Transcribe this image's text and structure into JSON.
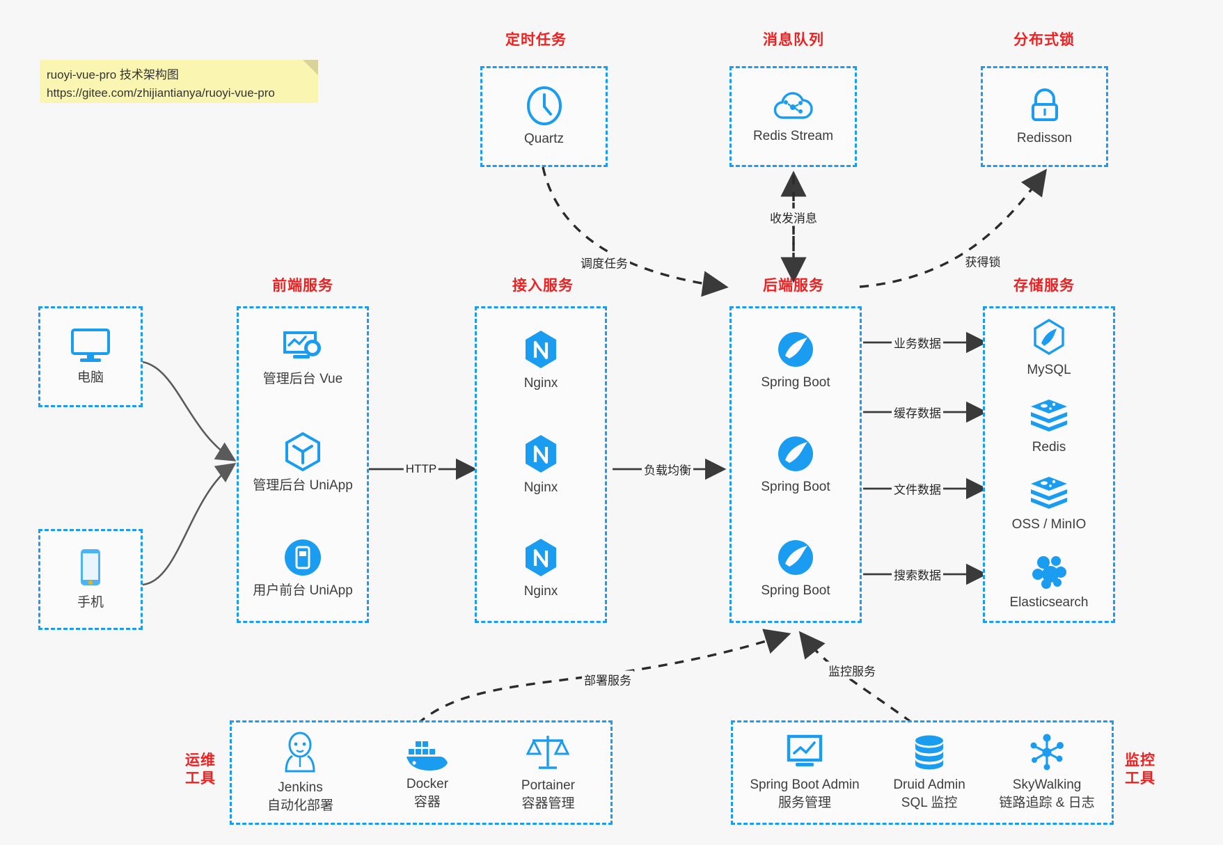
{
  "note": {
    "line1": "ruoyi-vue-pro 技术架构图",
    "line2": "https://gitee.com/zhijiantianya/ruoyi-vue-pro"
  },
  "sections": {
    "scheduler": "定时任务",
    "mq": "消息队列",
    "lock": "分布式锁",
    "frontend": "前端服务",
    "gateway": "接入服务",
    "backend": "后端服务",
    "storage": "存储服务",
    "ops": "运维\n工具",
    "ops_l1": "运维",
    "ops_l2": "工具",
    "monitor_l1": "监控",
    "monitor_l2": "工具"
  },
  "clients": [
    {
      "label": "电脑",
      "icon": "desktop-icon"
    },
    {
      "label": "手机",
      "icon": "phone-icon"
    }
  ],
  "scheduler_nodes": [
    {
      "label": "Quartz",
      "icon": "clock-icon"
    }
  ],
  "mq_nodes": [
    {
      "label": "Redis Stream",
      "icon": "cloud-stream-icon"
    }
  ],
  "lock_nodes": [
    {
      "label": "Redisson",
      "icon": "lock-icon"
    }
  ],
  "frontend_nodes": [
    {
      "label": "管理后台 Vue",
      "icon": "monitor-gear-icon"
    },
    {
      "label": "管理后台 UniApp",
      "icon": "hexagon-cube-icon"
    },
    {
      "label": "用户前台 UniApp",
      "icon": "mobile-app-icon"
    }
  ],
  "gateway_nodes": [
    {
      "label": "Nginx",
      "icon": "nginx-icon"
    },
    {
      "label": "Nginx",
      "icon": "nginx-icon"
    },
    {
      "label": "Nginx",
      "icon": "nginx-icon"
    }
  ],
  "backend_nodes": [
    {
      "label": "Spring Boot",
      "icon": "spring-boot-icon"
    },
    {
      "label": "Spring Boot",
      "icon": "spring-boot-icon"
    },
    {
      "label": "Spring Boot",
      "icon": "spring-boot-icon"
    }
  ],
  "storage_nodes": [
    {
      "label": "MySQL",
      "icon": "mysql-icon"
    },
    {
      "label": "Redis",
      "icon": "redis-icon"
    },
    {
      "label": "OSS / MinIO",
      "icon": "redis-icon"
    },
    {
      "label": "Elasticsearch",
      "icon": "elasticsearch-icon"
    }
  ],
  "ops_nodes": [
    {
      "label": "Jenkins",
      "sub": "自动化部署",
      "icon": "jenkins-icon"
    },
    {
      "label": "Docker",
      "sub": "容器",
      "icon": "docker-icon"
    },
    {
      "label": "Portainer",
      "sub": "容器管理",
      "icon": "scales-icon"
    }
  ],
  "monitor_nodes": [
    {
      "label": "Spring Boot Admin",
      "sub": "服务管理",
      "icon": "monitor-chart-icon"
    },
    {
      "label": "Druid Admin",
      "sub": "SQL 监控",
      "icon": "database-icon"
    },
    {
      "label": "SkyWalking",
      "sub": "链路追踪 & 日志",
      "icon": "skywalking-icon"
    }
  ],
  "edges": [
    {
      "id": "http",
      "label": "HTTP"
    },
    {
      "id": "lb",
      "label": "负载均衡"
    },
    {
      "id": "schedule",
      "label": "调度任务"
    },
    {
      "id": "mq-exchange",
      "label": "收发消息"
    },
    {
      "id": "acquire-lock",
      "label": "获得锁"
    },
    {
      "id": "biz-data",
      "label": "业务数据"
    },
    {
      "id": "cache-data",
      "label": "缓存数据"
    },
    {
      "id": "file-data",
      "label": "文件数据"
    },
    {
      "id": "search-data",
      "label": "搜索数据"
    },
    {
      "id": "deploy",
      "label": "部署服务"
    },
    {
      "id": "monitoring",
      "label": "监控服务"
    }
  ],
  "colors": {
    "accent": "#1a9cf0",
    "title": "#f02020",
    "text": "#3d3d3d",
    "edge": "#3a3a3a",
    "note_bg": "#fbf5b2",
    "background": "#f7f7f7"
  }
}
